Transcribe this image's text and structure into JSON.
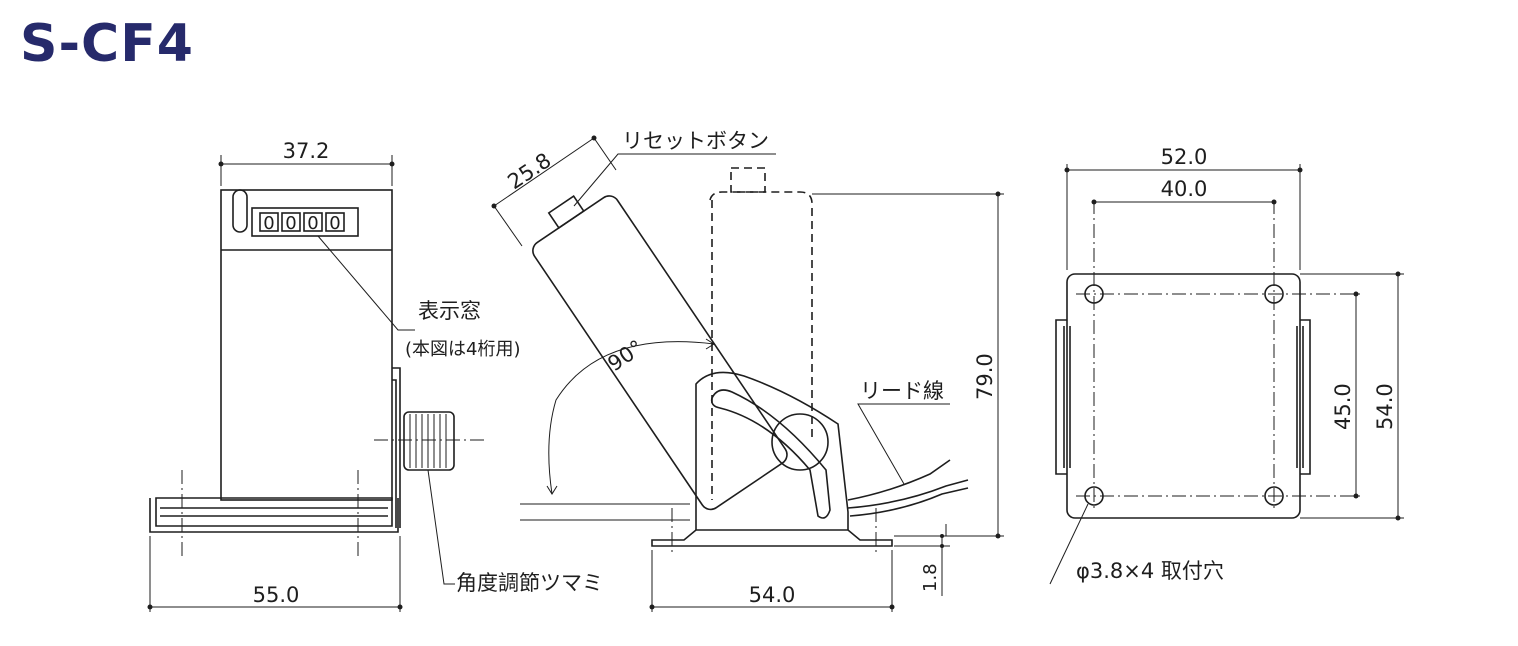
{
  "title": "S-CF4",
  "front_view": {
    "width_top": "37.2",
    "width_bottom": "55.0",
    "display_window_label": "表示窓",
    "display_window_note": "(本図は4桁用)",
    "digits": [
      "0",
      "0",
      "0",
      "0"
    ],
    "knob_label": "角度調節ツマミ"
  },
  "side_view": {
    "depth": "25.8",
    "reset_button_label": "リセットボタン",
    "angle": "90°",
    "lead_wire_label": "リード線",
    "height": "79.0",
    "base_thickness": "1.8",
    "base_width": "54.0"
  },
  "plan_view": {
    "outer_width": "52.0",
    "hole_pitch_x": "40.0",
    "hole_pitch_y": "45.0",
    "outer_height": "54.0",
    "hole_label": "φ3.8×4 取付穴"
  }
}
